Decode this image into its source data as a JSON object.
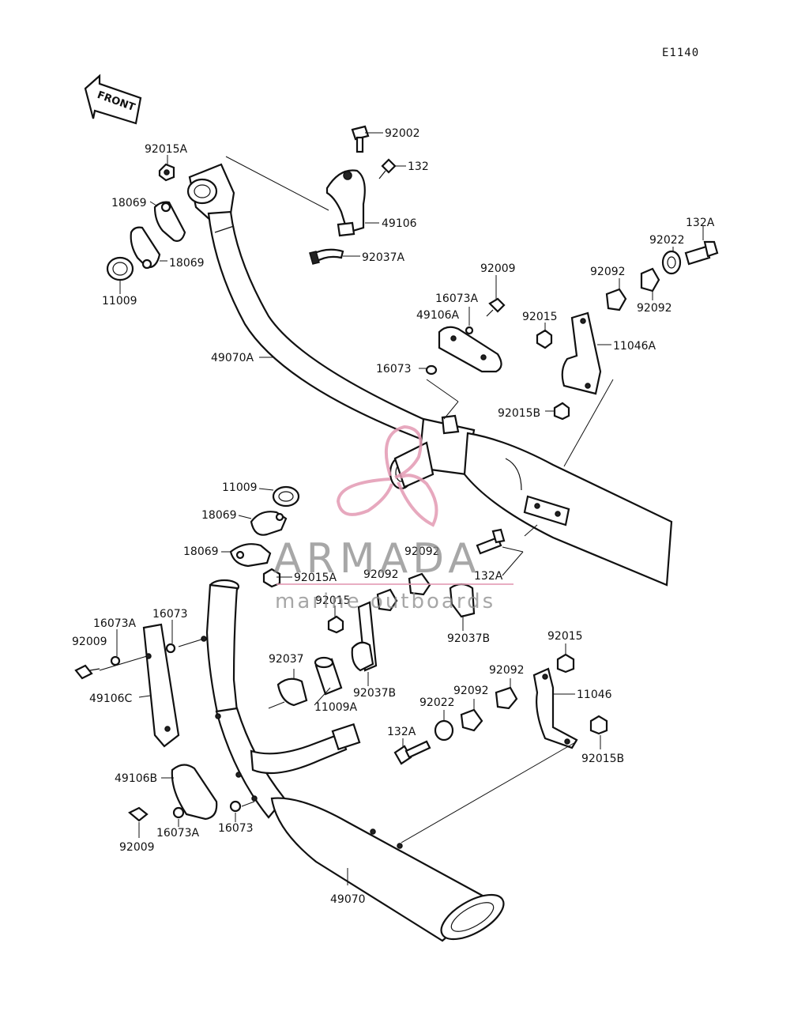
{
  "diagram": {
    "code": "E1140",
    "front_arrow": "FRONT",
    "watermark": {
      "brand": "ARMADA",
      "tagline": "marine outboards",
      "accent_color": "#e39ab3"
    },
    "labels": [
      {
        "id": "92002",
        "text": "92002"
      },
      {
        "id": "132",
        "text": "132"
      },
      {
        "id": "49106",
        "text": "49106"
      },
      {
        "id": "92037A",
        "text": "92037A"
      },
      {
        "id": "92015A_top",
        "text": "92015A"
      },
      {
        "id": "18069_top1",
        "text": "18069"
      },
      {
        "id": "18069_top2",
        "text": "18069"
      },
      {
        "id": "11009_top",
        "text": "11009"
      },
      {
        "id": "49070A",
        "text": "49070A"
      },
      {
        "id": "92009_top",
        "text": "92009"
      },
      {
        "id": "16073A_top",
        "text": "16073A"
      },
      {
        "id": "49106A",
        "text": "49106A"
      },
      {
        "id": "16073_top",
        "text": "16073"
      },
      {
        "id": "132A_top",
        "text": "132A"
      },
      {
        "id": "92022_top",
        "text": "92022"
      },
      {
        "id": "92092_top1",
        "text": "92092"
      },
      {
        "id": "92092_top2",
        "text": "92092"
      },
      {
        "id": "92015_top",
        "text": "92015"
      },
      {
        "id": "11046A",
        "text": "11046A"
      },
      {
        "id": "92015B_top",
        "text": "92015B"
      },
      {
        "id": "11009_mid",
        "text": "11009"
      },
      {
        "id": "18069_mid1",
        "text": "18069"
      },
      {
        "id": "18069_mid2",
        "text": "18069"
      },
      {
        "id": "92015A_mid",
        "text": "92015A"
      },
      {
        "id": "92092_mid1",
        "text": "92092"
      },
      {
        "id": "92092_mid2",
        "text": "92092"
      },
      {
        "id": "132A_mid",
        "text": "132A"
      },
      {
        "id": "92015_mid",
        "text": "92015"
      },
      {
        "id": "92037B_right",
        "text": "92037B"
      },
      {
        "id": "16073A_left",
        "text": "16073A"
      },
      {
        "id": "16073_left",
        "text": "16073"
      },
      {
        "id": "92009_left",
        "text": "92009"
      },
      {
        "id": "49106C",
        "text": "49106C"
      },
      {
        "id": "92037",
        "text": "92037"
      },
      {
        "id": "11009A",
        "text": "11009A"
      },
      {
        "id": "92037B_mid",
        "text": "92037B"
      },
      {
        "id": "92015_right",
        "text": "92015"
      },
      {
        "id": "92092_low1",
        "text": "92092"
      },
      {
        "id": "11046",
        "text": "11046"
      },
      {
        "id": "92092_low2",
        "text": "92092"
      },
      {
        "id": "92022_low",
        "text": "92022"
      },
      {
        "id": "132A_low",
        "text": "132A"
      },
      {
        "id": "92015B_low",
        "text": "92015B"
      },
      {
        "id": "49106B",
        "text": "49106B"
      },
      {
        "id": "92009_low",
        "text": "92009"
      },
      {
        "id": "16073A_low",
        "text": "16073A"
      },
      {
        "id": "16073_low",
        "text": "16073"
      },
      {
        "id": "49070",
        "text": "49070"
      }
    ]
  }
}
